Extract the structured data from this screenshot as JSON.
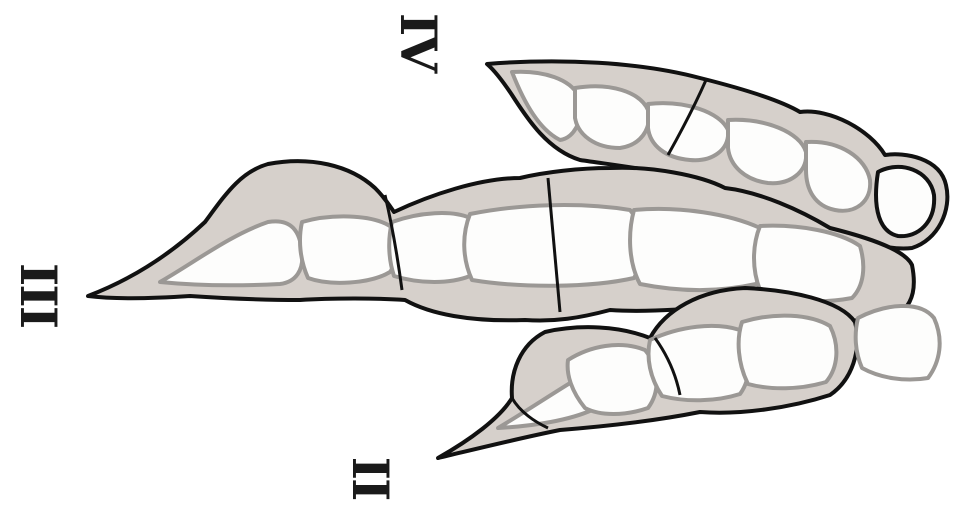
{
  "figure": {
    "digits": [
      {
        "id": "III",
        "label": "III"
      },
      {
        "id": "IV",
        "label": "IV"
      },
      {
        "id": "II",
        "label": "II"
      }
    ]
  },
  "style": {
    "pad_fill": "#d6d0cb",
    "outline_color": "#111111",
    "bone_fill": "#fdfdfc",
    "bone_stroke": "#9b9895"
  }
}
